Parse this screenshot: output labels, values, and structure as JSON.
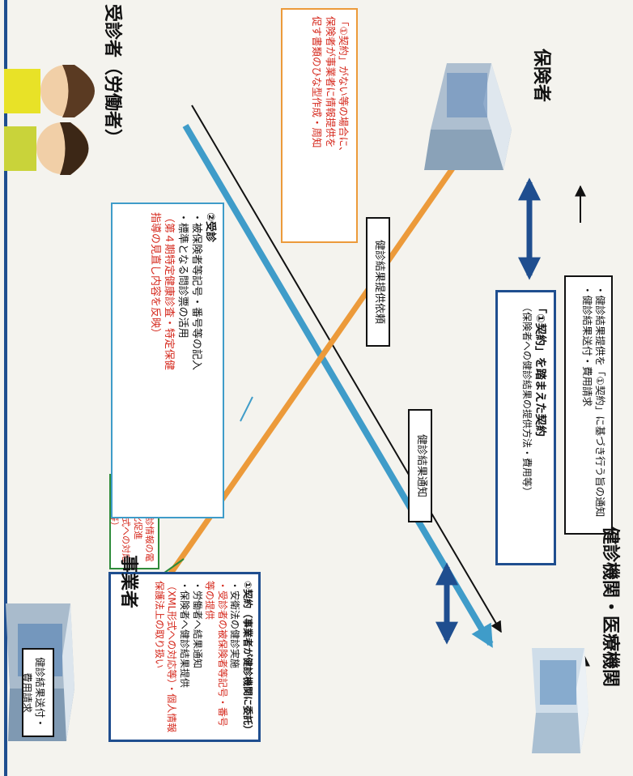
{
  "actors": {
    "insurer": "保険者",
    "workers": "受診者（労働者）",
    "employer": "事業者",
    "clinic": "健診機関・医療機関"
  },
  "callout_digital": {
    "line1": "事業主健診情報の電子化促進",
    "line2": "（XML形式への対応等）"
  },
  "callout_contract": {
    "line1": "「①契約」がない等の場合に、",
    "line2": "保険者が事業者に情報提供を",
    "line3": "促す書類のひな型作成・周知"
  },
  "consultation": {
    "title": "②受診",
    "items": [
      "・被保険者等記号・番号等の記入",
      "・標準となる問診票の活用"
    ],
    "note_lines": [
      "（第４期特定健康診査・特定保健",
      "指導の見直し内容を反映）"
    ]
  },
  "contract": {
    "title": "①契約（事業者が健診機関に委託）",
    "items": [
      "・安衛法の健診実施",
      "・受診者の被保険者等記号・番号等の提供",
      "・労働者へ結果通知",
      "・保険者へ健診結果提供",
      "（XML形式への対応等）・個人情報保護法上の取り扱い"
    ]
  },
  "contract_insurer": {
    "title": "「①契約」を踏まえた契約",
    "sub": "（保険者への健診結果の提供方法・費用等）"
  },
  "results_fee": {
    "line1": "・健診結果提供を「①契約」に基づき行う旨の通知",
    "line2": "・健診結果送付・費用請求"
  },
  "send_fee": {
    "text": "健診結果送付・費用請求"
  },
  "labels": {
    "results_request": "健診結果提供依頼",
    "results_notice": "健診結果通知"
  }
}
